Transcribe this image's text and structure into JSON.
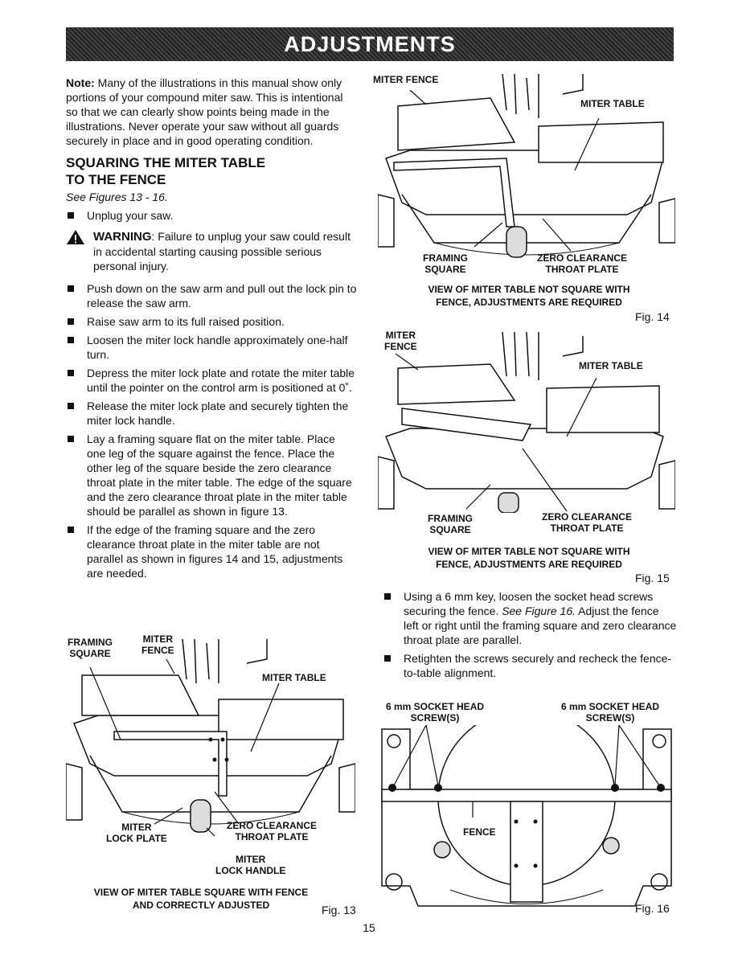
{
  "header": {
    "title": "ADJUSTMENTS"
  },
  "note": {
    "label": "Note:",
    "text": "Many of the illustrations in this manual show only portions of your compound miter saw. This is intentional so that we can clearly show points being made in the illustrations. Never operate your saw without all guards securely in place and in good operating condition."
  },
  "section": {
    "title_line1": "SQUARING THE MITER TABLE",
    "title_line2": "TO THE FENCE",
    "see_figures": "See Figures 13 - 16.",
    "steps_before_warning": [
      "Unplug your saw."
    ],
    "warning": {
      "label": "WARNING",
      "text": ": Failure to unplug your saw could result in accidental starting causing possible serious personal injury."
    },
    "steps": [
      "Push down on the saw arm and pull out the lock pin to release the saw arm.",
      "Raise saw arm to its full raised position.",
      "Loosen the miter lock handle approximately one-half turn.",
      "Depress the miter lock plate and rotate the miter table until the pointer on the control arm is positioned at 0˚.",
      "Release the miter lock plate and securely tighten the miter lock handle.",
      "Lay a framing square flat on the miter table. Place one leg of the square against the fence. Place the other leg of the square beside the zero clearance throat plate in the miter table. The edge of the square and the zero clearance throat plate in the miter table should be parallel as shown in figure 13.",
      "If the edge of the framing square and the zero clearance throat plate in the miter table are not parallel as shown in figures 14 and 15, adjustments are needed."
    ],
    "right_steps": [
      {
        "pre": "Using a 6 mm key, loosen the socket head screws securing the fence. ",
        "italic": "See Figure 16.",
        "post": " Adjust the fence left or right until the framing square and zero clearance throat plate are parallel."
      },
      {
        "pre": "Retighten the screws securely and recheck the fence-to-table alignment.",
        "italic": "",
        "post": ""
      }
    ]
  },
  "fig13": {
    "labels": {
      "framing_square": "FRAMING\nSQUARE",
      "miter_fence": "MITER\nFENCE",
      "miter_table": "MITER TABLE",
      "miter_lock_plate": "MITER\nLOCK PLATE",
      "zero_clearance": "ZERO CLEARANCE\nTHROAT PLATE",
      "miter_lock_handle": "MITER\nLOCK HANDLE"
    },
    "caption": "VIEW OF MITER TABLE SQUARE WITH FENCE\nAND CORRECTLY ADJUSTED",
    "fig_label": "Fig. 13"
  },
  "fig14": {
    "labels": {
      "miter_fence": "MITER FENCE",
      "miter_table": "MITER TABLE",
      "framing_square": "FRAMING\nSQUARE",
      "zero_clearance": "ZERO CLEARANCE\nTHROAT PLATE"
    },
    "caption": "VIEW OF MITER TABLE NOT SQUARE WITH\nFENCE, ADJUSTMENTS ARE REQUIRED",
    "fig_label": "Fig. 14"
  },
  "fig15": {
    "labels": {
      "miter_fence": "MITER\nFENCE",
      "miter_table": "MITER TABLE",
      "framing_square": "FRAMING\nSQUARE",
      "zero_clearance": "ZERO CLEARANCE\nTHROAT PLATE"
    },
    "caption": "VIEW OF MITER TABLE NOT SQUARE WITH\nFENCE, ADJUSTMENTS ARE REQUIRED",
    "fig_label": "Fig. 15"
  },
  "fig16": {
    "labels": {
      "screw_left": "6 mm SOCKET HEAD\nSCREW(S)",
      "screw_right": "6 mm SOCKET HEAD\nSCREW(S)",
      "fence": "FENCE"
    },
    "fig_label": "Fig. 16"
  },
  "page_number": "15"
}
